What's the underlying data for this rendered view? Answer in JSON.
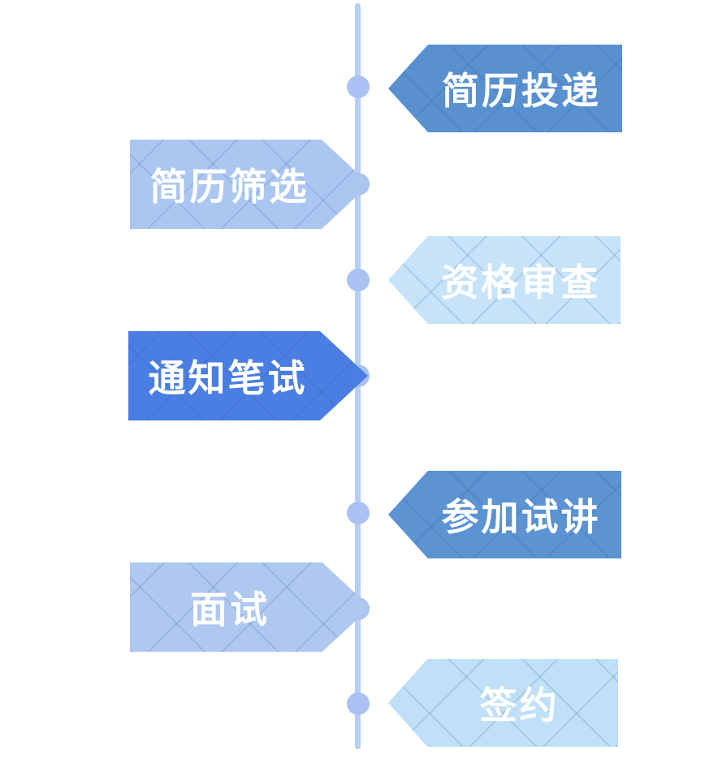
{
  "diagram": {
    "background_color": "#ffffff",
    "line_color": "#b7cff2",
    "dot_color": "#a9c2f3",
    "text_color": "#ffffff",
    "steps": [
      {
        "label": "简历投递",
        "side": "right",
        "color": "#5890d0"
      },
      {
        "label": "简历筛选",
        "side": "left",
        "color": "#abc7f1"
      },
      {
        "label": "资格审查",
        "side": "right",
        "color": "#c6e3f9"
      },
      {
        "label": "通知笔试",
        "side": "left",
        "color": "#4a7ee2"
      },
      {
        "label": "参加试讲",
        "side": "right",
        "color": "#5b93d3"
      },
      {
        "label": "面试",
        "side": "left",
        "color": "#aec8f0"
      },
      {
        "label": "签约",
        "side": "right",
        "color": "#c0e0f7"
      }
    ]
  }
}
